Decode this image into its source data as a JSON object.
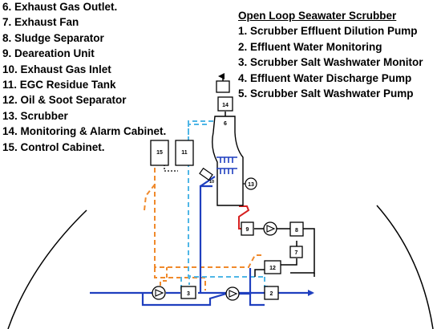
{
  "legend_left": [
    "6. Exhaust Gas Outlet.",
    "7. Exhaust Fan",
    "8. Sludge Separator",
    "9. Deareation Unit",
    "10. Exhaust Gas Inlet",
    "11. EGC Residue Tank",
    "12. Oil & Soot Separator",
    "13. Scrubber",
    "14. Monitoring & Alarm Cabinet.",
    "15. Control Cabinet."
  ],
  "legend_right": {
    "title": "Open Loop Seawater Scrubber",
    "items": [
      "1. Scrubber Effluent Dilution Pump",
      "2. Effluent Water Monitoring",
      "3. Scrubber Salt Washwater Monitor",
      "4. Effluent Water Discharge Pump",
      "5. Scrubber Salt Washwater Pump"
    ]
  },
  "components": {
    "c2": "2",
    "c3": "3",
    "c6": "6",
    "c7": "7",
    "c8": "8",
    "c9": "9",
    "c11": "11",
    "c12": "12",
    "c13": "13",
    "c14": "14",
    "c15": "15",
    "c10": "10"
  },
  "colors": {
    "seawater": "#1f3fbf",
    "control_signal": "#4fb6e6",
    "power": "#f08a2c",
    "sludge": "#d62020",
    "hull": "#000000"
  }
}
